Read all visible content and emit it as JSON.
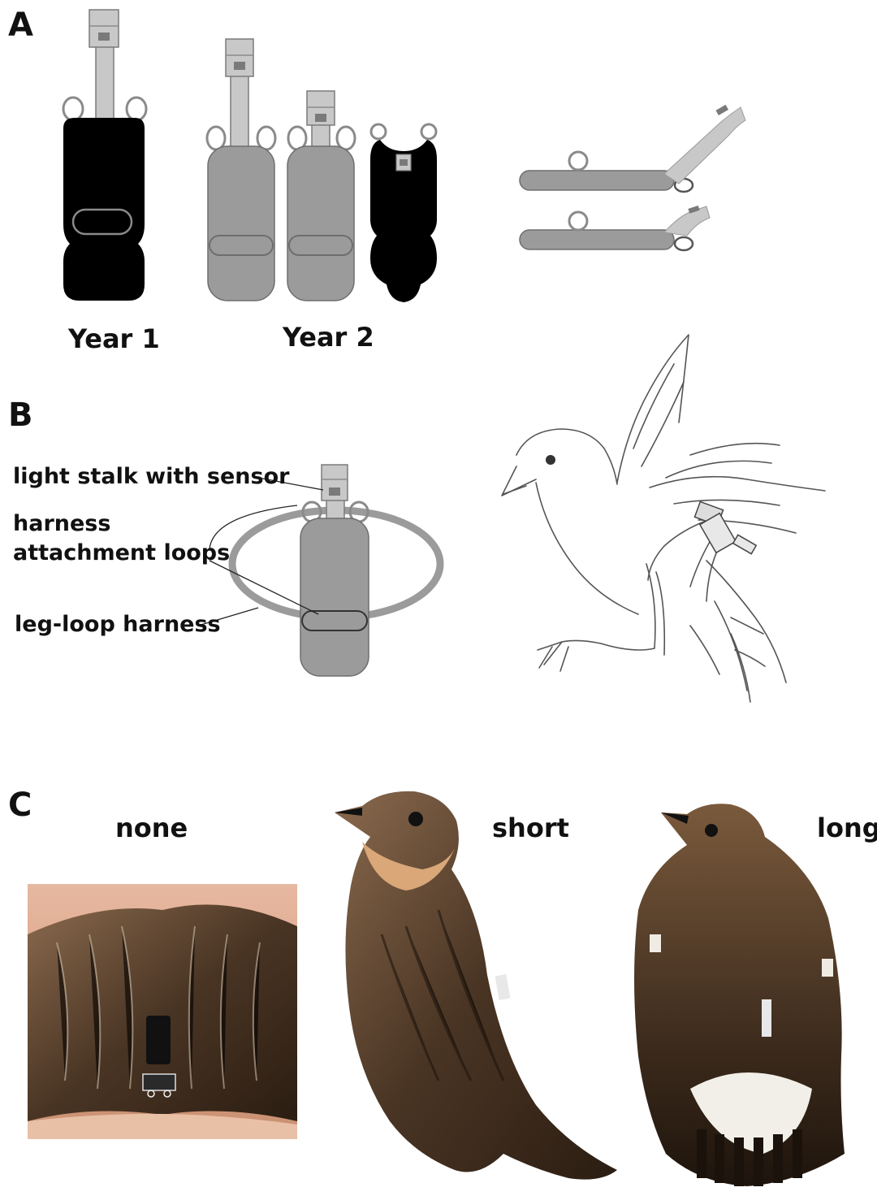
{
  "panels": {
    "a": {
      "letter": "A",
      "year1": "Year 1",
      "year2": "Year 2"
    },
    "b": {
      "letter": "B",
      "callouts": {
        "light_stalk": "light stalk with sensor",
        "harness_loops_line1": "harness",
        "harness_loops_line2": "attachment loops",
        "leg_loop": "leg-loop harness"
      }
    },
    "c": {
      "letter": "C",
      "labels": {
        "none": "none",
        "short": "short",
        "long": "long"
      }
    }
  },
  "colors": {
    "device_black": "#000000",
    "device_grey": "#9b9b9b",
    "stalk_grey": "#c8c8c8",
    "outline_grey": "#6e6e6e",
    "sensor_grey": "#7a7a7a"
  }
}
